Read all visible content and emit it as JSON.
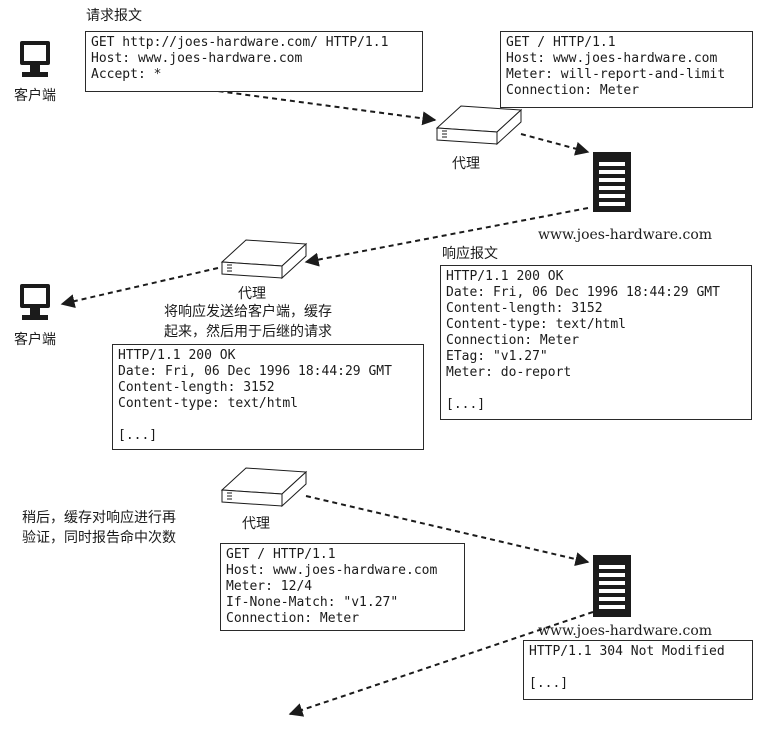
{
  "labels": {
    "request_title": "请求报文",
    "client_1": "客户端",
    "client_2": "客户端",
    "proxy_1": "代理",
    "proxy_2": "代理",
    "proxy_3": "代理",
    "server_1": "www.joes-hardware.com",
    "server_2": "www.joes-hardware.com",
    "response_title": "响应报文",
    "note_forward_1": "将响应发送给客户端，缓存",
    "note_forward_2": "起来，然后用于后继的请求",
    "note_later_1": "稍后，缓存对响应进行再",
    "note_later_2": "验证，同时报告命中次数"
  },
  "messages": {
    "client_request": [
      "GET http://joes-hardware.com/ HTTP/1.1",
      "Host: www.joes-hardware.com",
      "Accept: *"
    ],
    "proxy_request": [
      "GET / HTTP/1.1",
      "Host: www.joes-hardware.com",
      "Meter: will-report-and-limit",
      "Connection: Meter"
    ],
    "server_response": [
      "HTTP/1.1 200 OK",
      "Date: Fri, 06 Dec 1996 18:44:29 GMT",
      "Content-length: 3152",
      "Content-type: text/html",
      "Connection: Meter",
      "ETag: \"v1.27\"",
      "Meter: do-report",
      "",
      "[...]"
    ],
    "client_response": [
      "HTTP/1.1 200 OK",
      "Date: Fri, 06 Dec 1996 18:44:29 GMT",
      "Content-length: 3152",
      "Content-type: text/html",
      "",
      "[...]"
    ],
    "revalidate_request": [
      "GET / HTTP/1.1",
      "Host: www.joes-hardware.com",
      "Meter: 12/4",
      "If-None-Match: \"v1.27\"",
      "Connection: Meter"
    ],
    "not_modified": [
      "HTTP/1.1 304 Not Modified",
      "",
      "[...]"
    ]
  }
}
